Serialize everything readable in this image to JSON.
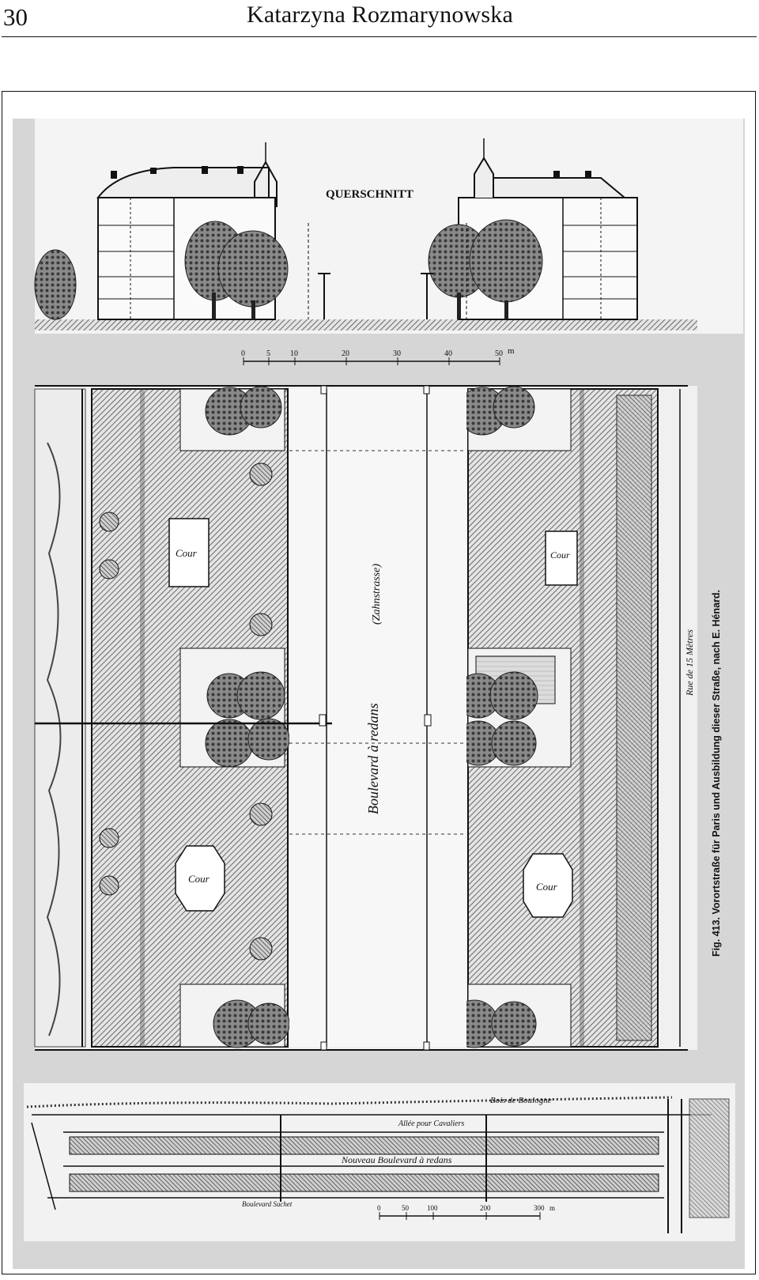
{
  "header": {
    "page_number": "30",
    "author": "Katarzyna Rozmarynowska"
  },
  "figure": {
    "section_title": "QUERSCHNITT",
    "scale_top": {
      "ticks": [
        "0",
        "5",
        "10",
        "20",
        "30",
        "40",
        "50"
      ],
      "unit": "m"
    },
    "courtyard_labels": [
      "Cour",
      "Cour",
      "Cour",
      "Cour"
    ],
    "boulevard_label": "Boulevard à redans",
    "boulevard_note": "(Zahnstrasse)",
    "street_label": "Rue de 15 Mètres",
    "caption": "Fig. 413. Vorortstraße für Paris und Ausbildung dieser Straße, nach E. Hénard.",
    "site_plan": {
      "bois_label": "Bois de Boulogne",
      "allee_label": "Allée pour Cavaliers",
      "main_label": "Nouveau Boulevard à redans",
      "bottom_label": "Boulevard Suchet",
      "scale_ticks": [
        "0",
        "50",
        "100",
        "200",
        "300"
      ],
      "scale_unit": "m"
    },
    "colors": {
      "ink": "#111111",
      "paper": "#ffffff",
      "hatch": "#555555"
    }
  }
}
